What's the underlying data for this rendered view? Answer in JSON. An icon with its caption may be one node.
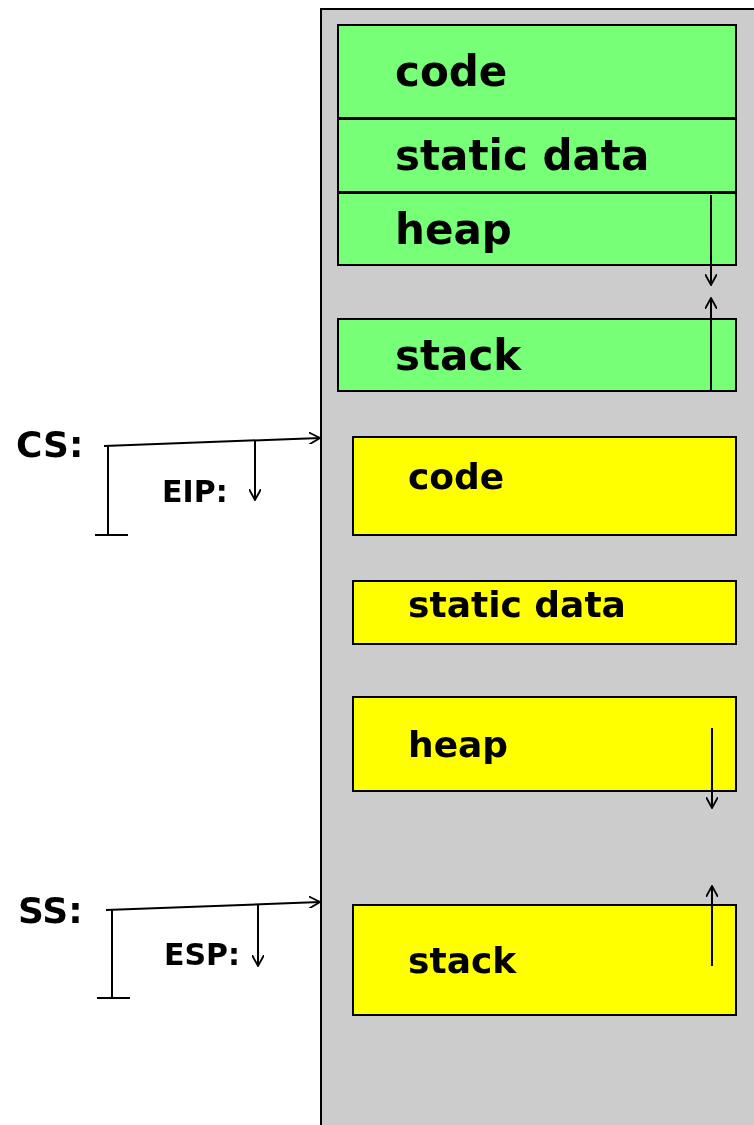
{
  "diagram": {
    "nodes": [
      {
        "text": [],
        "shape": "box"
      },
      {
        "text": [
          "code"
        ],
        "in": 0
      },
      {
        "text": [
          "static data"
        ],
        "in": 0
      },
      {
        "text": [
          "heap"
        ],
        "in": 0
      },
      {
        "text": [
          "stack"
        ],
        "in": 0
      },
      {
        "text": [
          "code"
        ],
        "in": 0
      },
      {
        "text": [
          "static data"
        ],
        "in": 0
      },
      {
        "text": [
          "heap"
        ],
        "in": 0
      },
      {
        "text": [
          "stack"
        ],
        "in": 0
      },
      {
        "text": [
          "CS:"
        ]
      },
      {
        "text": [
          "SS:"
        ]
      }
    ],
    "edges": [
      {
        "from": 9,
        "to": 0,
        "arrow": "to"
      },
      {
        "from": 10,
        "to": 0,
        "arrow": "to"
      }
    ],
    "labels": [
      "EIP:",
      "ESP:"
    ]
  }
}
